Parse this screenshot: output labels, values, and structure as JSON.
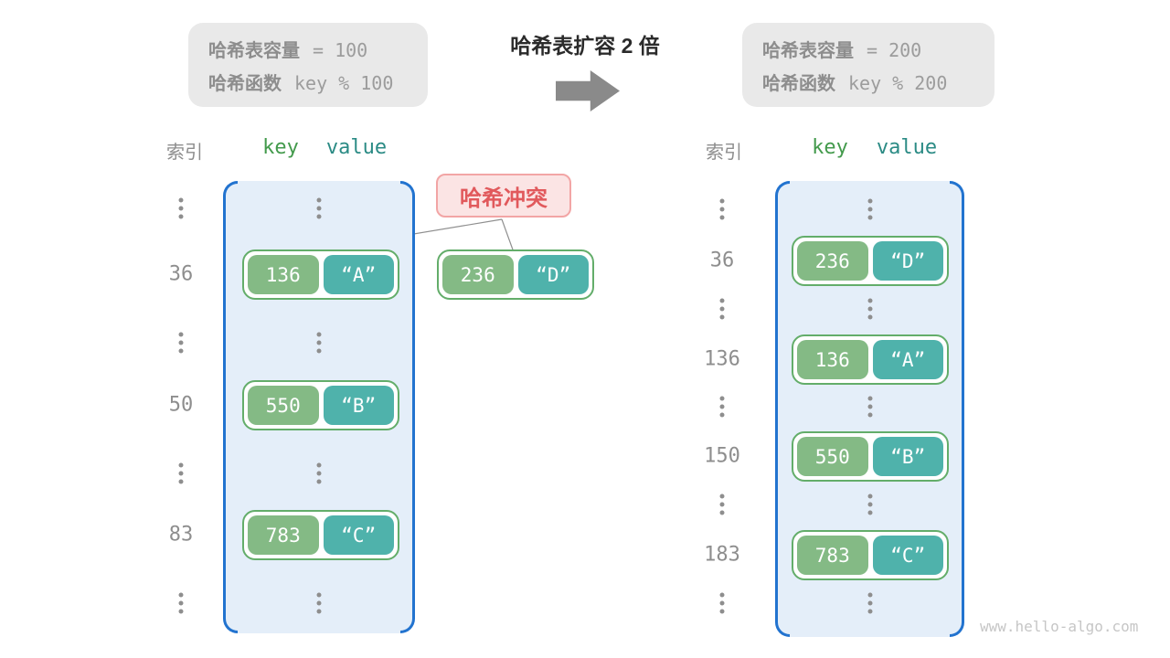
{
  "panels": {
    "before": {
      "info": {
        "cap_label": "哈希表容量",
        "cap_value": "= 100",
        "fn_label": "哈希函数",
        "fn_value": "key % 100"
      },
      "headers": {
        "index": "索引",
        "key": "key",
        "value": "value"
      },
      "rows": [
        {
          "index": "36",
          "key": "136",
          "value": "“A”"
        },
        {
          "index": "50",
          "key": "550",
          "value": "“B”"
        },
        {
          "index": "83",
          "key": "783",
          "value": "“C”"
        }
      ]
    },
    "after": {
      "info": {
        "cap_label": "哈希表容量",
        "cap_value": "= 200",
        "fn_label": "哈希函数",
        "fn_value": "key % 200"
      },
      "headers": {
        "index": "索引",
        "key": "key",
        "value": "value"
      },
      "rows": [
        {
          "index": "36",
          "key": "236",
          "value": "“D”"
        },
        {
          "index": "136",
          "key": "136",
          "value": "“A”"
        },
        {
          "index": "150",
          "key": "550",
          "value": "“B”"
        },
        {
          "index": "183",
          "key": "783",
          "value": "“C”"
        }
      ]
    }
  },
  "center": {
    "title": "哈希表扩容 2 倍"
  },
  "collision": {
    "label": "哈希冲突",
    "pair": {
      "key": "236",
      "value": "“D”"
    }
  },
  "watermark": "www.hello-algo.com",
  "colors": {
    "bracket_blue": "#2273cf",
    "bucket_fill": "#e4eef9",
    "key_green": "#84ba85",
    "value_teal": "#4fb2ab",
    "pair_border_green": "#63ad6a",
    "collision_red": "#e1595c",
    "info_gray_bg": "#e9e9e9",
    "arrow_gray": "#8a8a8a"
  }
}
